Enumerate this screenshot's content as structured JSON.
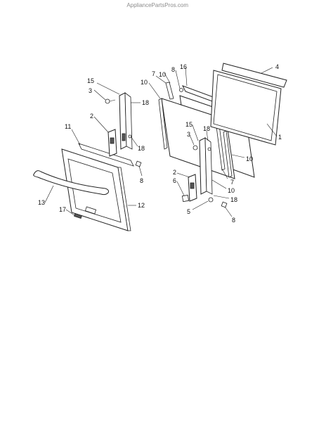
{
  "watermark": "AppliancePartsPros.com",
  "callouts": {
    "c15a": "15",
    "c3a": "3",
    "c18a": "18",
    "c2a": "2",
    "c18b": "18",
    "c11": "11",
    "c8a": "8",
    "c13": "13",
    "c17": "17",
    "c12": "12",
    "c10a": "10",
    "c7a": "7",
    "c10b": "10",
    "c8b": "8",
    "c16": "16",
    "c4": "4",
    "c1": "1",
    "c15b": "15",
    "c18c": "18",
    "c3b": "3",
    "c10c": "10",
    "c7b": "7",
    "c2b": "2",
    "c6": "6",
    "c10d": "10",
    "c18d": "18",
    "c5": "5",
    "c8c": "8"
  }
}
